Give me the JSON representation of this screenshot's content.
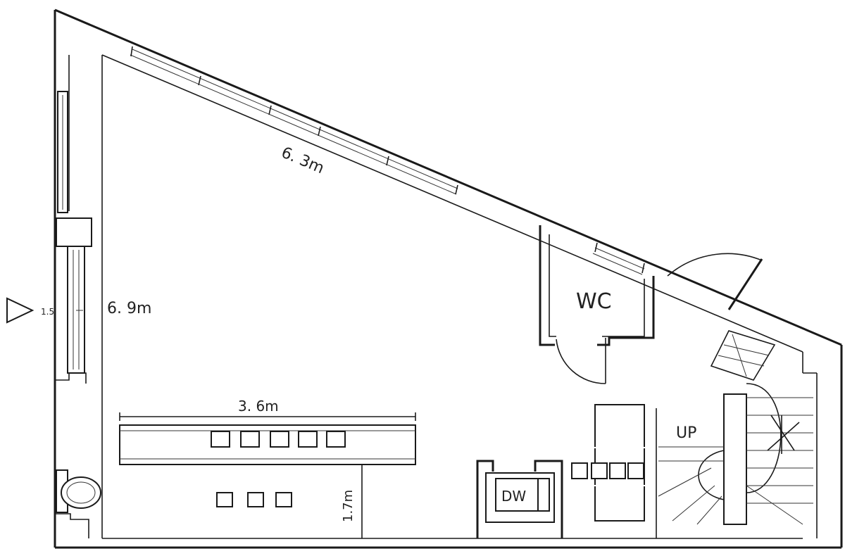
{
  "labels": {
    "diagonal_dimension": "6. 3m",
    "left_dimension": "6. 9m",
    "counter_dimension": "3. 6m",
    "counter_depth": "1.7m",
    "wc": "WC",
    "dw": "DW",
    "up": "UP",
    "entrance_note": "1.5"
  },
  "icons": {
    "entrance": "triangle-arrow-icon"
  }
}
